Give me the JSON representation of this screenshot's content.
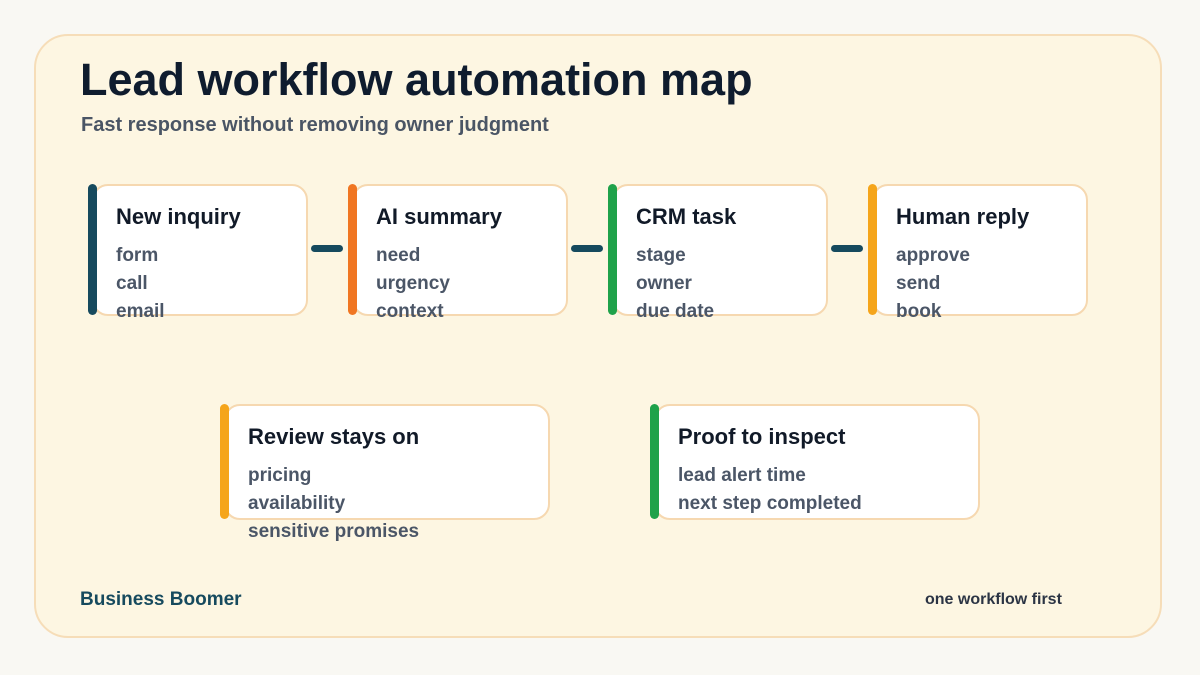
{
  "title": "Lead workflow automation map",
  "subtitle": "Fast response without removing owner judgment",
  "accent_colors": {
    "teal": "#164a5e",
    "orange": "#f07622",
    "green": "#1fa24a",
    "amber": "#f5a51b"
  },
  "flow": [
    {
      "title": "New inquiry",
      "items": [
        "form",
        "call",
        "email"
      ],
      "accent": "#164a5e"
    },
    {
      "title": "AI summary",
      "items": [
        "need",
        "urgency",
        "context"
      ],
      "accent": "#f07622"
    },
    {
      "title": "CRM task",
      "items": [
        "stage",
        "owner",
        "due date"
      ],
      "accent": "#1fa24a"
    },
    {
      "title": "Human reply",
      "items": [
        "approve",
        "send",
        "book"
      ],
      "accent": "#f5a51b"
    }
  ],
  "notes": [
    {
      "title": "Review stays on",
      "items": [
        "pricing",
        "availability",
        "sensitive promises"
      ],
      "accent": "#f5a51b"
    },
    {
      "title": "Proof to inspect",
      "items": [
        "lead alert time",
        "next step completed"
      ],
      "accent": "#1fa24a"
    }
  ],
  "footer": {
    "brand": "Business Boomer",
    "tagline": "one workflow first"
  }
}
